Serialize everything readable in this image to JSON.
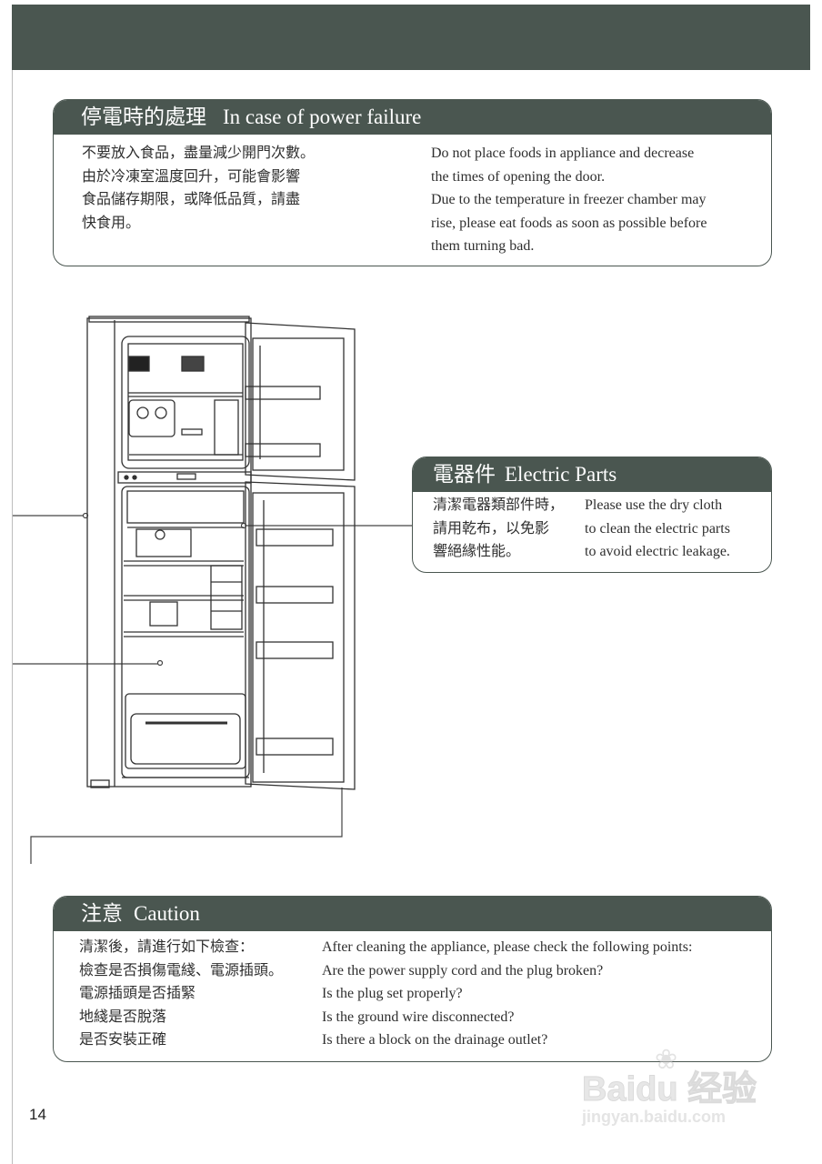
{
  "power_failure": {
    "title_zh": "停電時的處理",
    "title_en": "In case of power failure",
    "body_zh": "不要放入食品，盡量減少開門次數。\n由於冷凍室溫度回升，可能會影響\n食品儲存期限，或降低品質，請盡\n快食用。",
    "body_en": "Do not place foods in appliance and decrease\nthe times of opening the door.\nDue to the temperature in freezer chamber may\nrise, please eat foods as soon as possible before\nthem turning bad."
  },
  "electric_parts": {
    "title_zh": "電器件",
    "title_en": "Electric Parts",
    "body_zh": "清潔電器類部件時，\n請用乾布，以免影\n響絕緣性能。",
    "body_en": "Please use the dry cloth\nto clean the electric parts\nto avoid electric leakage."
  },
  "caution": {
    "title_zh": "注意",
    "title_en": "Caution",
    "body_zh": "清潔後，請進行如下檢查：\n檢查是否損傷電綫、電源插頭。\n電源插頭是否插緊\n地綫是否脫落\n是否安裝正確",
    "body_en": "After cleaning the appliance, please check the following points:\nAre the power supply cord and the plug broken?\nIs the plug set properly?\nIs the ground wire disconnected?\nIs there a block on the drainage outlet?"
  },
  "page_number": "14",
  "watermark": {
    "brand": "Baidu 经验",
    "url": "jingyan.baidu.com"
  },
  "colors": {
    "header_bg": "#4a5650",
    "text": "#2f2f2f"
  }
}
